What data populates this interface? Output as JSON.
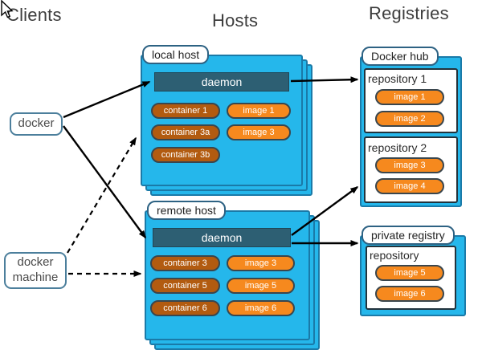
{
  "headers": {
    "clients": "Clients",
    "hosts": "Hosts",
    "registries": "Registries"
  },
  "clients": {
    "docker_label": "docker",
    "docker_machine_line1": "docker",
    "docker_machine_line2": "machine"
  },
  "hosts": {
    "local": {
      "label": "local host",
      "daemon": "daemon",
      "containers": [
        "container 1",
        "container 3a",
        "container 3b"
      ],
      "images": [
        "image 1",
        "image 3"
      ]
    },
    "remote": {
      "label": "remote host",
      "daemon": "daemon",
      "containers": [
        "container 3",
        "container 5",
        "container 6"
      ],
      "images": [
        "image 3",
        "image 5",
        "image 6"
      ]
    }
  },
  "registries": {
    "docker_hub": {
      "label": "Docker hub",
      "repo1": {
        "name": "repository 1",
        "images": [
          "image 1",
          "image 2"
        ]
      },
      "repo2": {
        "name": "repository 2",
        "images": [
          "image 3",
          "image 4"
        ]
      }
    },
    "private": {
      "label": "private registry",
      "repo": {
        "name": "repository",
        "images": [
          "image 5",
          "image 6"
        ]
      }
    }
  },
  "colors": {
    "host_fill": "#25b7eb",
    "host_border": "#1a7aa8",
    "daemon_fill": "#2d5f73",
    "container_fill": "#b25b10",
    "image_fill": "#f6891e",
    "pill_border": "#3a464d",
    "client_border": "#4c7f9c",
    "tab_border": "#2d6283",
    "arrow": "#000000",
    "heading_text": "#3d3d3d"
  }
}
